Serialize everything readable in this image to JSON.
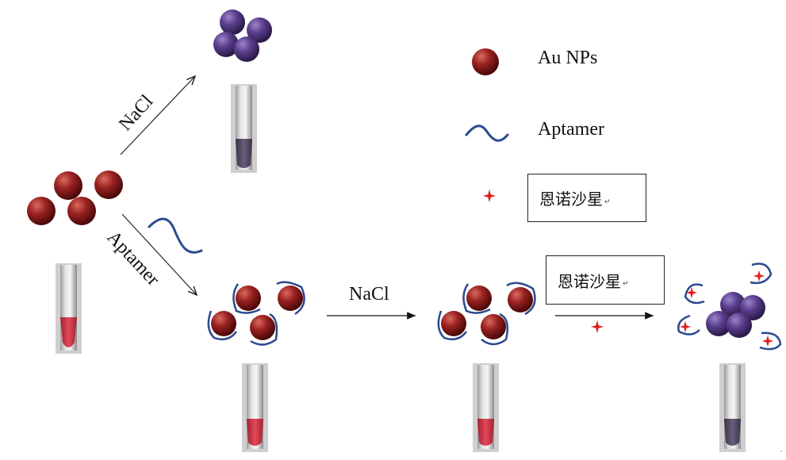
{
  "legend": {
    "items": [
      {
        "label": "Au NPs",
        "icon": "red-nanoparticle-icon"
      },
      {
        "label": "Aptamer",
        "icon": "aptamer-wave-icon"
      },
      {
        "label": "恩诺沙星",
        "icon": "enrofloxacin-star-icon"
      }
    ]
  },
  "arrows": {
    "top_label": "NaCl",
    "lower_label": "Aptamer",
    "middle_label": "NaCl",
    "right_label": "恩诺沙星"
  },
  "return_mark": "↵",
  "colors": {
    "gold_np": "#8b1a1a",
    "aggregate": "#5b3f8f",
    "aptamer": "#2b4a8f",
    "target_star": "#e0201e",
    "solution_red": "#d8334a",
    "solution_purple": "#4d4560"
  }
}
